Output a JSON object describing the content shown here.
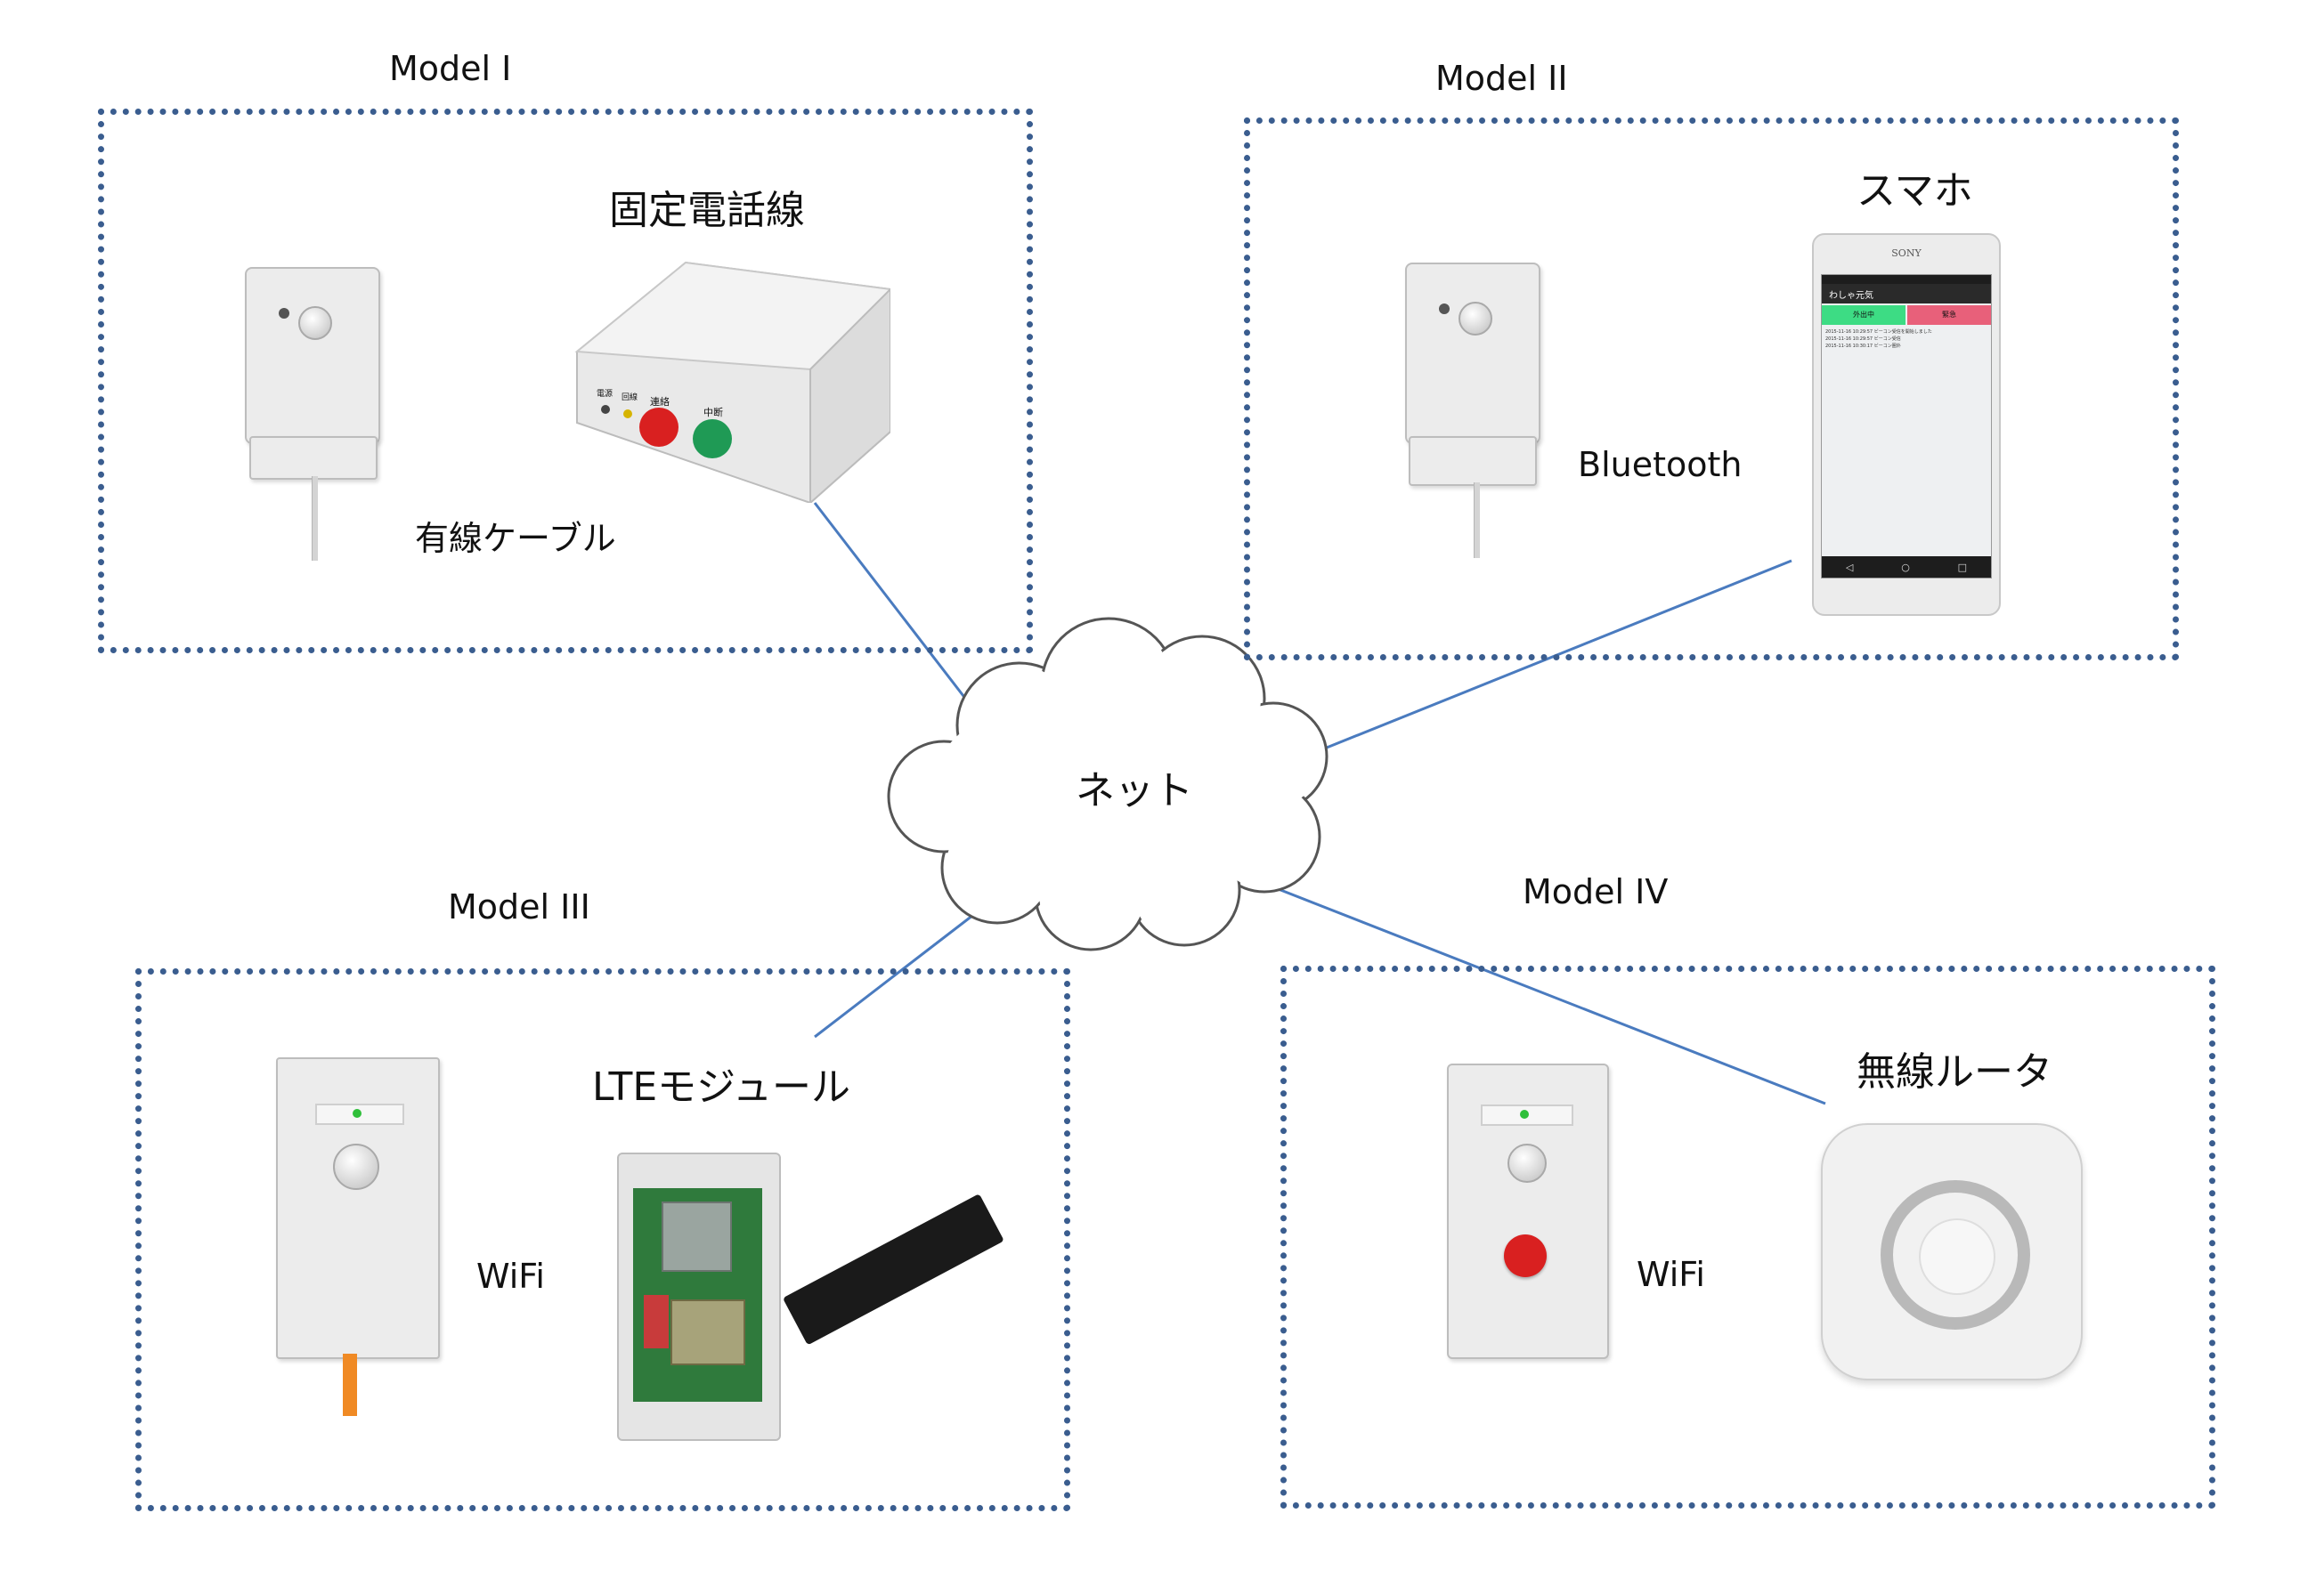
{
  "models": {
    "m1": {
      "title": "Model I",
      "device": "固定電話線",
      "link": "有線ケーブル"
    },
    "m2": {
      "title": "Model II",
      "device": "スマホ",
      "link": "Bluetooth"
    },
    "m3": {
      "title": "Model III",
      "device": "LTEモジュール",
      "link": "WiFi"
    },
    "m4": {
      "title": "Model IV",
      "device": "無線ルータ",
      "link": "WiFi"
    }
  },
  "center": {
    "label": "ネット"
  },
  "device_text": {
    "phone_brand": "SONY",
    "app_title": "わしゃ元気",
    "app_btn_left": "外出中",
    "app_btn_right": "緊急",
    "app_log": [
      "2015-11-16 10:29:57 ビーコン受信を開始しました",
      "2015-11-16 10:29:57 ビーコン受信",
      "2015-11-16 10:30:17 ビーコン圏外"
    ],
    "terminal_btn_left": "連絡",
    "terminal_btn_right": "中断",
    "terminal_led1": "電源",
    "terminal_led2": "回線"
  },
  "colors": {
    "box_border": "#3a5d8f",
    "link_line": "#4a7bbf",
    "red_button": "#d92020",
    "green_button": "#1f9a55",
    "app_green": "#3ddc84",
    "app_pink": "#e8607a"
  }
}
